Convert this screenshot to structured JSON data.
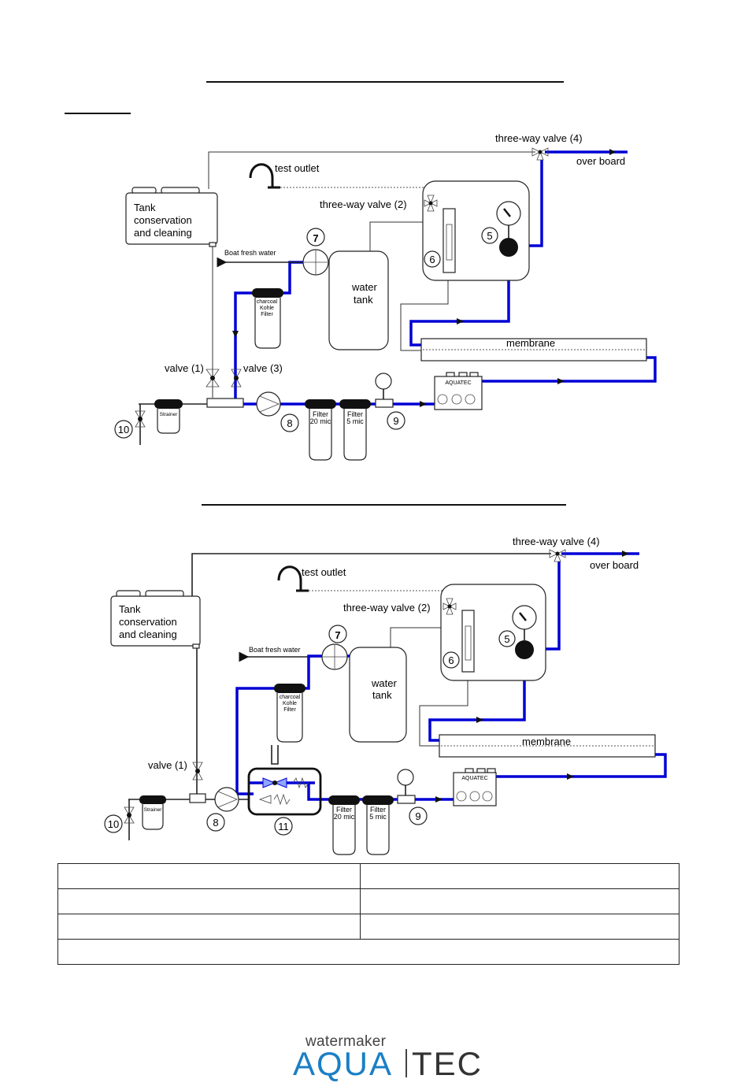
{
  "diagram1": {
    "labels": {
      "three_way_valve_4": "three-way valve (4)",
      "over_board": "over board",
      "test_outlet": "test outlet",
      "three_way_valve_2": "three-way valve (2)",
      "tank_line1": "Tank",
      "tank_line2": "conservation",
      "tank_line3": "and cleaning",
      "boat_fresh_water": "Boat fresh water",
      "water_line1": "water",
      "water_line2": "tank",
      "charcoal_line1": "charcoal",
      "charcoal_line2": "Kohle",
      "charcoal_line3": "Filter",
      "membrane": "membrane",
      "valve_1": "valve (1)",
      "valve_3": "valve (3)",
      "strainer": "Strainer",
      "filter20_line1": "Filter",
      "filter20_line2": "20 mic",
      "filter5_line1": "Filter",
      "filter5_line2": "5 mic",
      "aquatec": "AQUATEC",
      "num5": "5",
      "num6": "6",
      "num7": "7",
      "num8": "8",
      "num9": "9",
      "num10": "10"
    }
  },
  "diagram2": {
    "labels": {
      "three_way_valve_4": "three-way valve (4)",
      "over_board": "over board",
      "test_outlet": "test outlet",
      "three_way_valve_2": "three-way valve (2)",
      "tank_line1": "Tank",
      "tank_line2": "conservation",
      "tank_line3": "and cleaning",
      "boat_fresh_water": "Boat fresh water",
      "water_line1": "water",
      "water_line2": "tank",
      "charcoal_line1": "charcoal",
      "charcoal_line2": "Kohle",
      "charcoal_line3": "Filter",
      "membrane": "membrane",
      "valve_1": "valve (1)",
      "strainer": "Strainer",
      "filter20_line1": "Filter",
      "filter20_line2": "20 mic",
      "filter5_line1": "Filter",
      "filter5_line2": "5 mic",
      "aquatec": "AQUATEC",
      "num5": "5",
      "num6": "6",
      "num7": "7",
      "num8": "8",
      "num9": "9",
      "num10": "10",
      "num11": "11"
    }
  },
  "logo": {
    "top": "watermaker",
    "aqua": "AQUA",
    "tec": "TEC"
  },
  "colors": {
    "pipe": "#0000d6",
    "logo_aqua": "#1a7fc4",
    "logo_tec": "#333333"
  }
}
